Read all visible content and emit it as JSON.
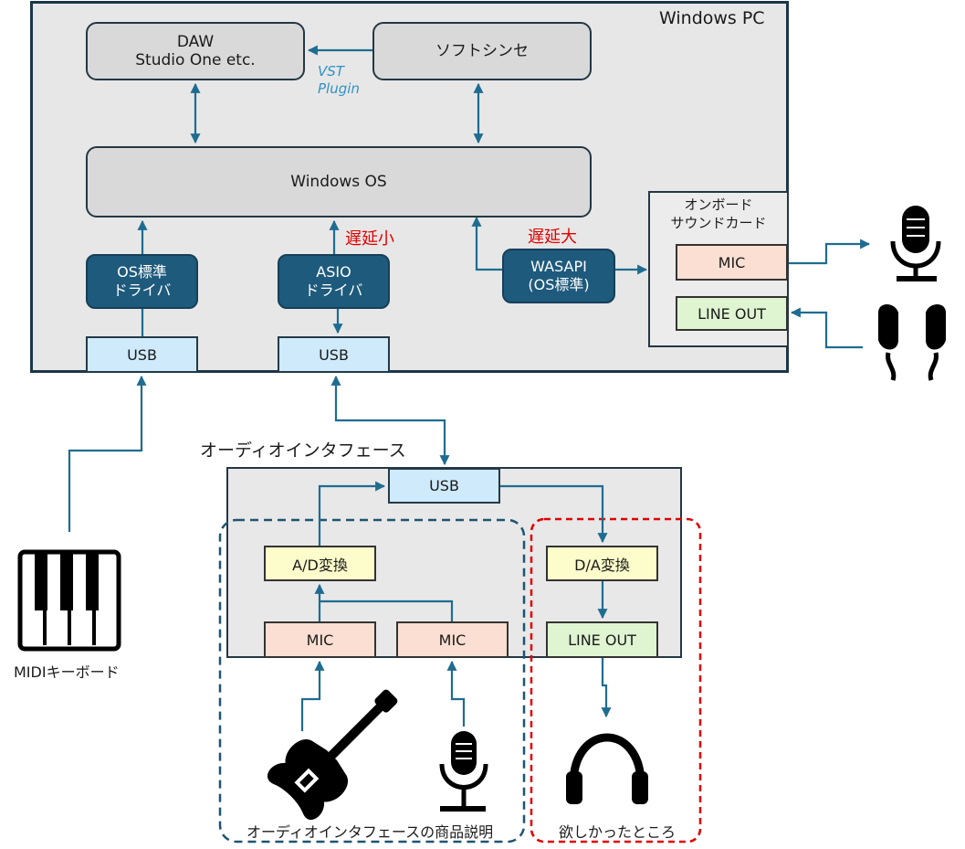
{
  "pc": {
    "title": "Windows PC"
  },
  "boxes": {
    "daw": "DAW\nStudio One etc.",
    "synth": "ソフトシンセ",
    "os": "Windows OS",
    "os_driver": "OS標準\nドライバ",
    "asio_driver": "ASIO\nドライバ",
    "wasapi": "WASAPI\n(OS標準)",
    "usb1": "USB",
    "usb2": "USB"
  },
  "annotations": {
    "vst": "VST\nPlugin",
    "latency_small": "遅延小",
    "latency_large": "遅延大"
  },
  "onboard": {
    "title": "オンボード\nサウンドカード",
    "mic": "MIC",
    "line_out": "LINE OUT"
  },
  "interface": {
    "title": "オーディオインタフェース",
    "usb": "USB",
    "ad": "A/D変換",
    "da": "D/A変換",
    "mic1": "MIC",
    "mic2": "MIC",
    "line_out": "LINE OUT"
  },
  "captions": {
    "midi": "MIDIキーボード",
    "product": "オーディオインタフェースの商品説明",
    "wanted": "欲しかったところ"
  },
  "colors": {
    "arrow": "#1f6c91",
    "pc_border": "#1b3647",
    "driver_fill": "#1e5a7c",
    "usb_fill": "#cfeafb",
    "mic_fill": "#fadfd2",
    "line_fill": "#dff5d2",
    "converter_fill": "#fdfccb",
    "product_border": "#1e5470",
    "wanted_border": "#e00000",
    "latency_text": "#e30000",
    "vst_text": "#2f92c9"
  },
  "icons": [
    "piano-keyboard-icon",
    "electric-guitar-icon",
    "microphone-icon",
    "headphones-icon",
    "earphones-icon"
  ]
}
